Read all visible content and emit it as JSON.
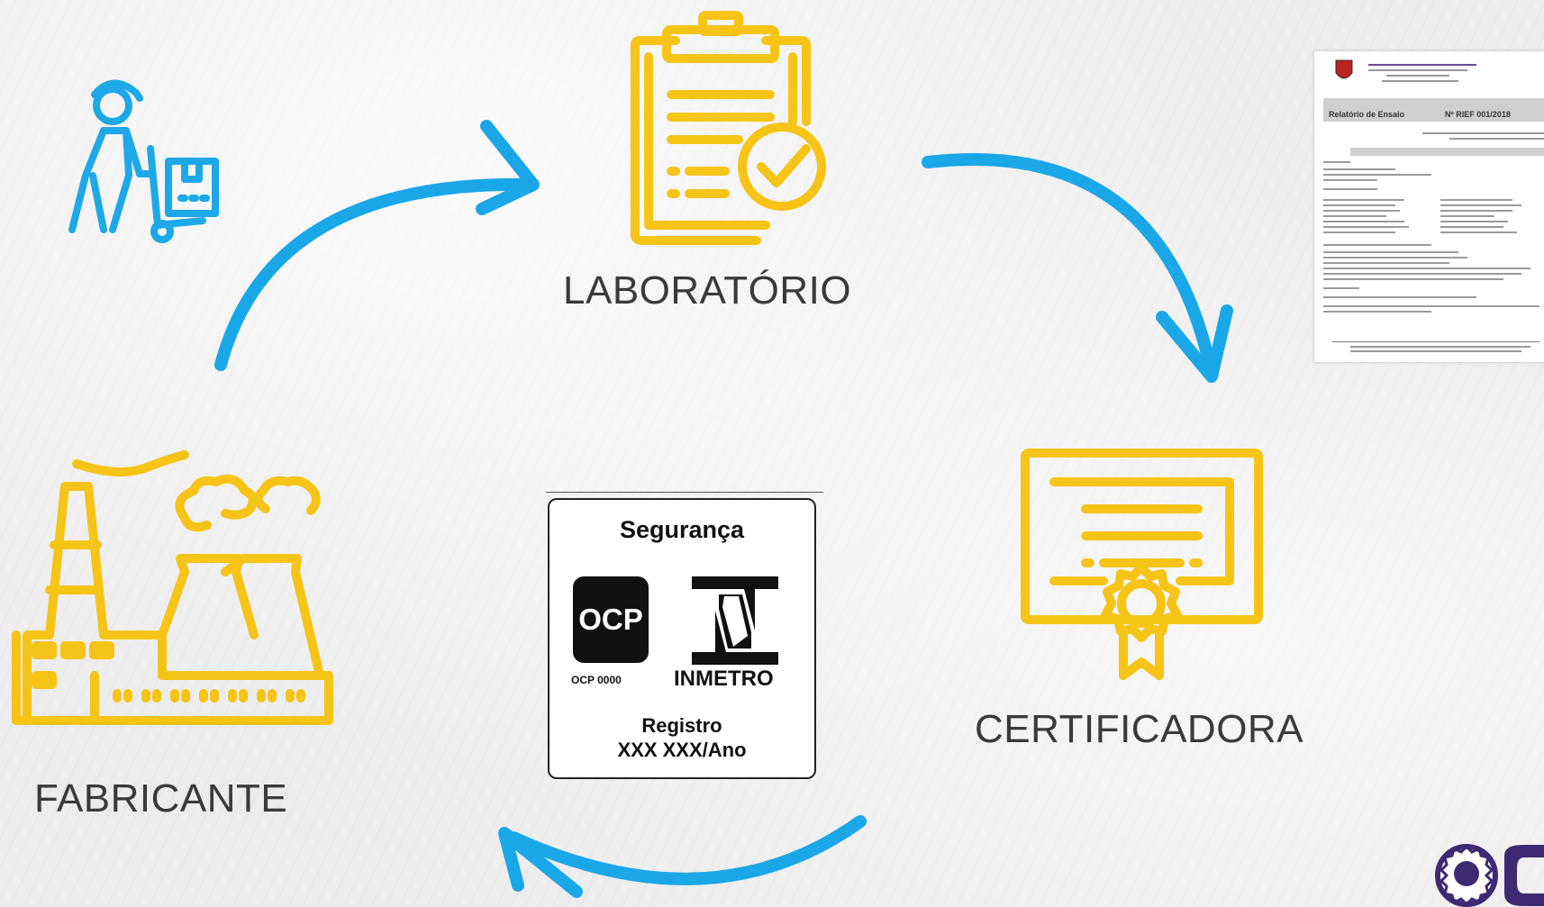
{
  "nodes": {
    "laboratorio": "LABORATÓRIO",
    "certificadora": "CERTIFICADORA",
    "fabricante": "FABRICANTE"
  },
  "seal": {
    "title": "Segurança",
    "ocp": "OCP",
    "ocp_code": "OCP 0000",
    "inmetro": "INMETRO",
    "registro": "Registro",
    "registro_value": "XXX XXX/Ano"
  },
  "report": {
    "title": "Relatório de Ensaio",
    "number": "Nº RIEF 001/2018"
  },
  "colors": {
    "icon_yellow": "#f6c417",
    "arrow_blue": "#1aa7e8",
    "logo_purple": "#3d2a73"
  },
  "icons": [
    "delivery-person-icon",
    "clipboard-check-icon",
    "certificate-icon",
    "factory-icon",
    "document-thumbnail",
    "university-logo"
  ]
}
